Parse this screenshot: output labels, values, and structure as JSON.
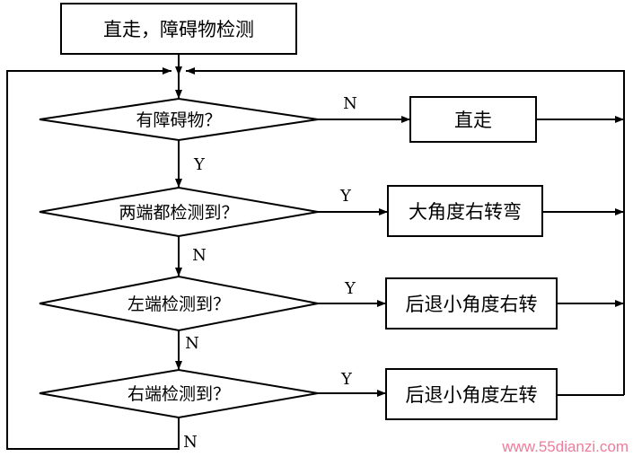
{
  "nodes": {
    "start": "直走，障碍物检测",
    "d1": "有障碍物？",
    "d2": "两端都检测到？",
    "d3": "左端检测到？",
    "d4": "右端检测到？",
    "a1": "直走",
    "a2": "大角度右转弯",
    "a3": "后退小角度右转",
    "a4": "后退小角度左转"
  },
  "labels": {
    "d1_right": "N",
    "d1_down": "Y",
    "d2_right": "Y",
    "d2_down": "N",
    "d3_right": "Y",
    "d3_down": "N",
    "d4_right": "Y",
    "d4_down": "N"
  },
  "watermark": "www.55dianzi.com",
  "colors": {
    "stroke": "#000000",
    "watermark": "#ee7c9a"
  }
}
